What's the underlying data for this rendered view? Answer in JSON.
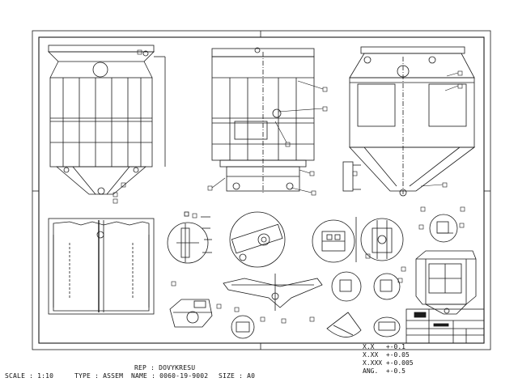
{
  "footer": {
    "rep": "REP : DOVYKRESU",
    "scale": "SCALE : 1:10",
    "type": "TYPE : ASSEM",
    "name": "NAME : 0060-19-9002",
    "size": "SIZE : A0"
  },
  "tolerances": [
    "X.X   +-0.1",
    "X.XX  +-0.05",
    "X.XXX +-0.005",
    "ANG.  +-0.5"
  ],
  "colors": {
    "line": "#1a1a1a",
    "paper": "#ffffff"
  }
}
